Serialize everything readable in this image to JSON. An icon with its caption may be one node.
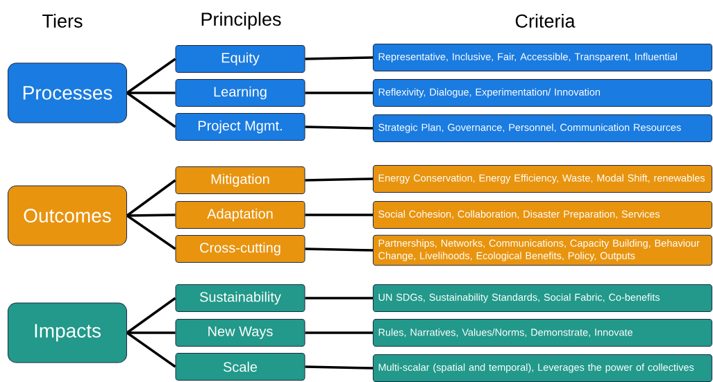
{
  "diagram": {
    "nodes": [
      {
        "text": [
          "Processes"
        ]
      },
      {
        "text": [
          "Equity"
        ]
      },
      {
        "text": [
          "Learning"
        ]
      },
      {
        "text": [
          "Project Mgmt."
        ]
      },
      {
        "text": [
          "Representative, Inclusive, Fair, Accessible, Transparent, Influential"
        ]
      },
      {
        "text": [
          "Reflexivity, Dialogue, Experimentation/ Innovation"
        ]
      },
      {
        "text": [
          "Strategic Plan, Governance, Personnel, Communication Resources"
        ]
      },
      {
        "text": [
          "Outcomes"
        ]
      },
      {
        "text": [
          "Mitigation"
        ]
      },
      {
        "text": [
          "Adaptation"
        ]
      },
      {
        "text": [
          "Cross-cutting"
        ]
      },
      {
        "text": [
          "Energy Conservation, Energy Efficiency, Waste, Modal Shift, renewables"
        ]
      },
      {
        "text": [
          "Social Cohesion, Collaboration, Disaster Preparation, Services"
        ]
      },
      {
        "text": [
          "Partnerships, Networks, Communications, Capacity Building, Behaviour Change, Livelihoods, Ecological Benefits, Policy, Outputs"
        ]
      },
      {
        "text": [
          "Impacts"
        ]
      },
      {
        "text": [
          "Sustainability"
        ]
      },
      {
        "text": [
          "New Ways"
        ]
      },
      {
        "text": [
          "Scale"
        ]
      },
      {
        "text": [
          "UN SDGs, Sustainability Standards, Social Fabric, Co-benefits"
        ]
      },
      {
        "text": [
          "Rules, Narratives, Values/Norms, Demonstrate, Innovate"
        ]
      },
      {
        "text": [
          "Multi-scalar (spatial and temporal), Leverages the power of collectives"
        ]
      }
    ],
    "edges": [
      {
        "from": 0,
        "to": 1,
        "arrow": "none"
      },
      {
        "from": 0,
        "to": 2,
        "arrow": "none"
      },
      {
        "from": 0,
        "to": 3,
        "arrow": "none"
      },
      {
        "from": 1,
        "to": 4,
        "arrow": "none"
      },
      {
        "from": 2,
        "to": 5,
        "arrow": "none"
      },
      {
        "from": 3,
        "to": 6,
        "arrow": "none"
      },
      {
        "from": 7,
        "to": 8,
        "arrow": "none"
      },
      {
        "from": 7,
        "to": 9,
        "arrow": "none"
      },
      {
        "from": 7,
        "to": 10,
        "arrow": "none"
      },
      {
        "from": 8,
        "to": 11,
        "arrow": "none"
      },
      {
        "from": 9,
        "to": 12,
        "arrow": "none"
      },
      {
        "from": 10,
        "to": 13,
        "arrow": "none"
      },
      {
        "from": 14,
        "to": 15,
        "arrow": "none"
      },
      {
        "from": 14,
        "to": 16,
        "arrow": "none"
      },
      {
        "from": 14,
        "to": 17,
        "arrow": "none"
      },
      {
        "from": 15,
        "to": 18,
        "arrow": "none"
      },
      {
        "from": 16,
        "to": 19,
        "arrow": "none"
      },
      {
        "from": 17,
        "to": 20,
        "arrow": "none"
      }
    ],
    "labels": [
      "Tiers",
      "Principles",
      "Criteria"
    ]
  }
}
